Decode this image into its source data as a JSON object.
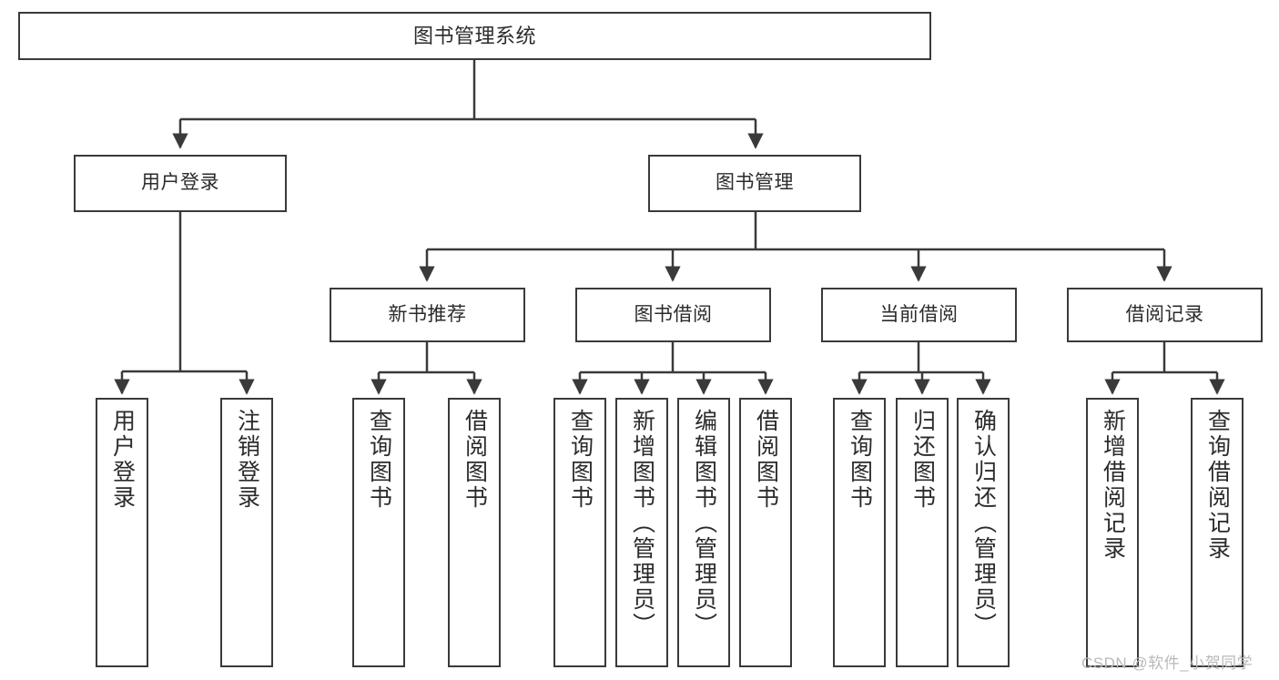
{
  "diagram": {
    "type": "tree-hierarchy-chart",
    "title": "图书管理系统",
    "line_color": "#3a3a3a",
    "box_fill": "#ffffff",
    "text_color": "#2b2b2b",
    "watermark": "CSDN @软件_小贺同学",
    "nodes": {
      "root": {
        "label": "图书管理系统"
      },
      "level2": [
        {
          "label": "用户登录"
        },
        {
          "label": "图书管理"
        }
      ],
      "level3": [
        {
          "label": "新书推荐"
        },
        {
          "label": "图书借阅"
        },
        {
          "label": "当前借阅"
        },
        {
          "label": "借阅记录"
        }
      ],
      "leaves_user_login": [
        {
          "label": "用户登录"
        },
        {
          "label": "注销登录"
        }
      ],
      "leaves_new_book": [
        {
          "label": "查询图书"
        },
        {
          "label": "借阅图书"
        }
      ],
      "leaves_borrow": [
        {
          "label": "查询图书"
        },
        {
          "label": "新增图书（管理员）"
        },
        {
          "label": "编辑图书（管理员）"
        },
        {
          "label": "借阅图书"
        }
      ],
      "leaves_current": [
        {
          "label": "查询图书"
        },
        {
          "label": "归还图书"
        },
        {
          "label": "确认归还（管理员）"
        }
      ],
      "leaves_record": [
        {
          "label": "新增借阅记录"
        },
        {
          "label": "查询借阅记录"
        }
      ]
    }
  }
}
